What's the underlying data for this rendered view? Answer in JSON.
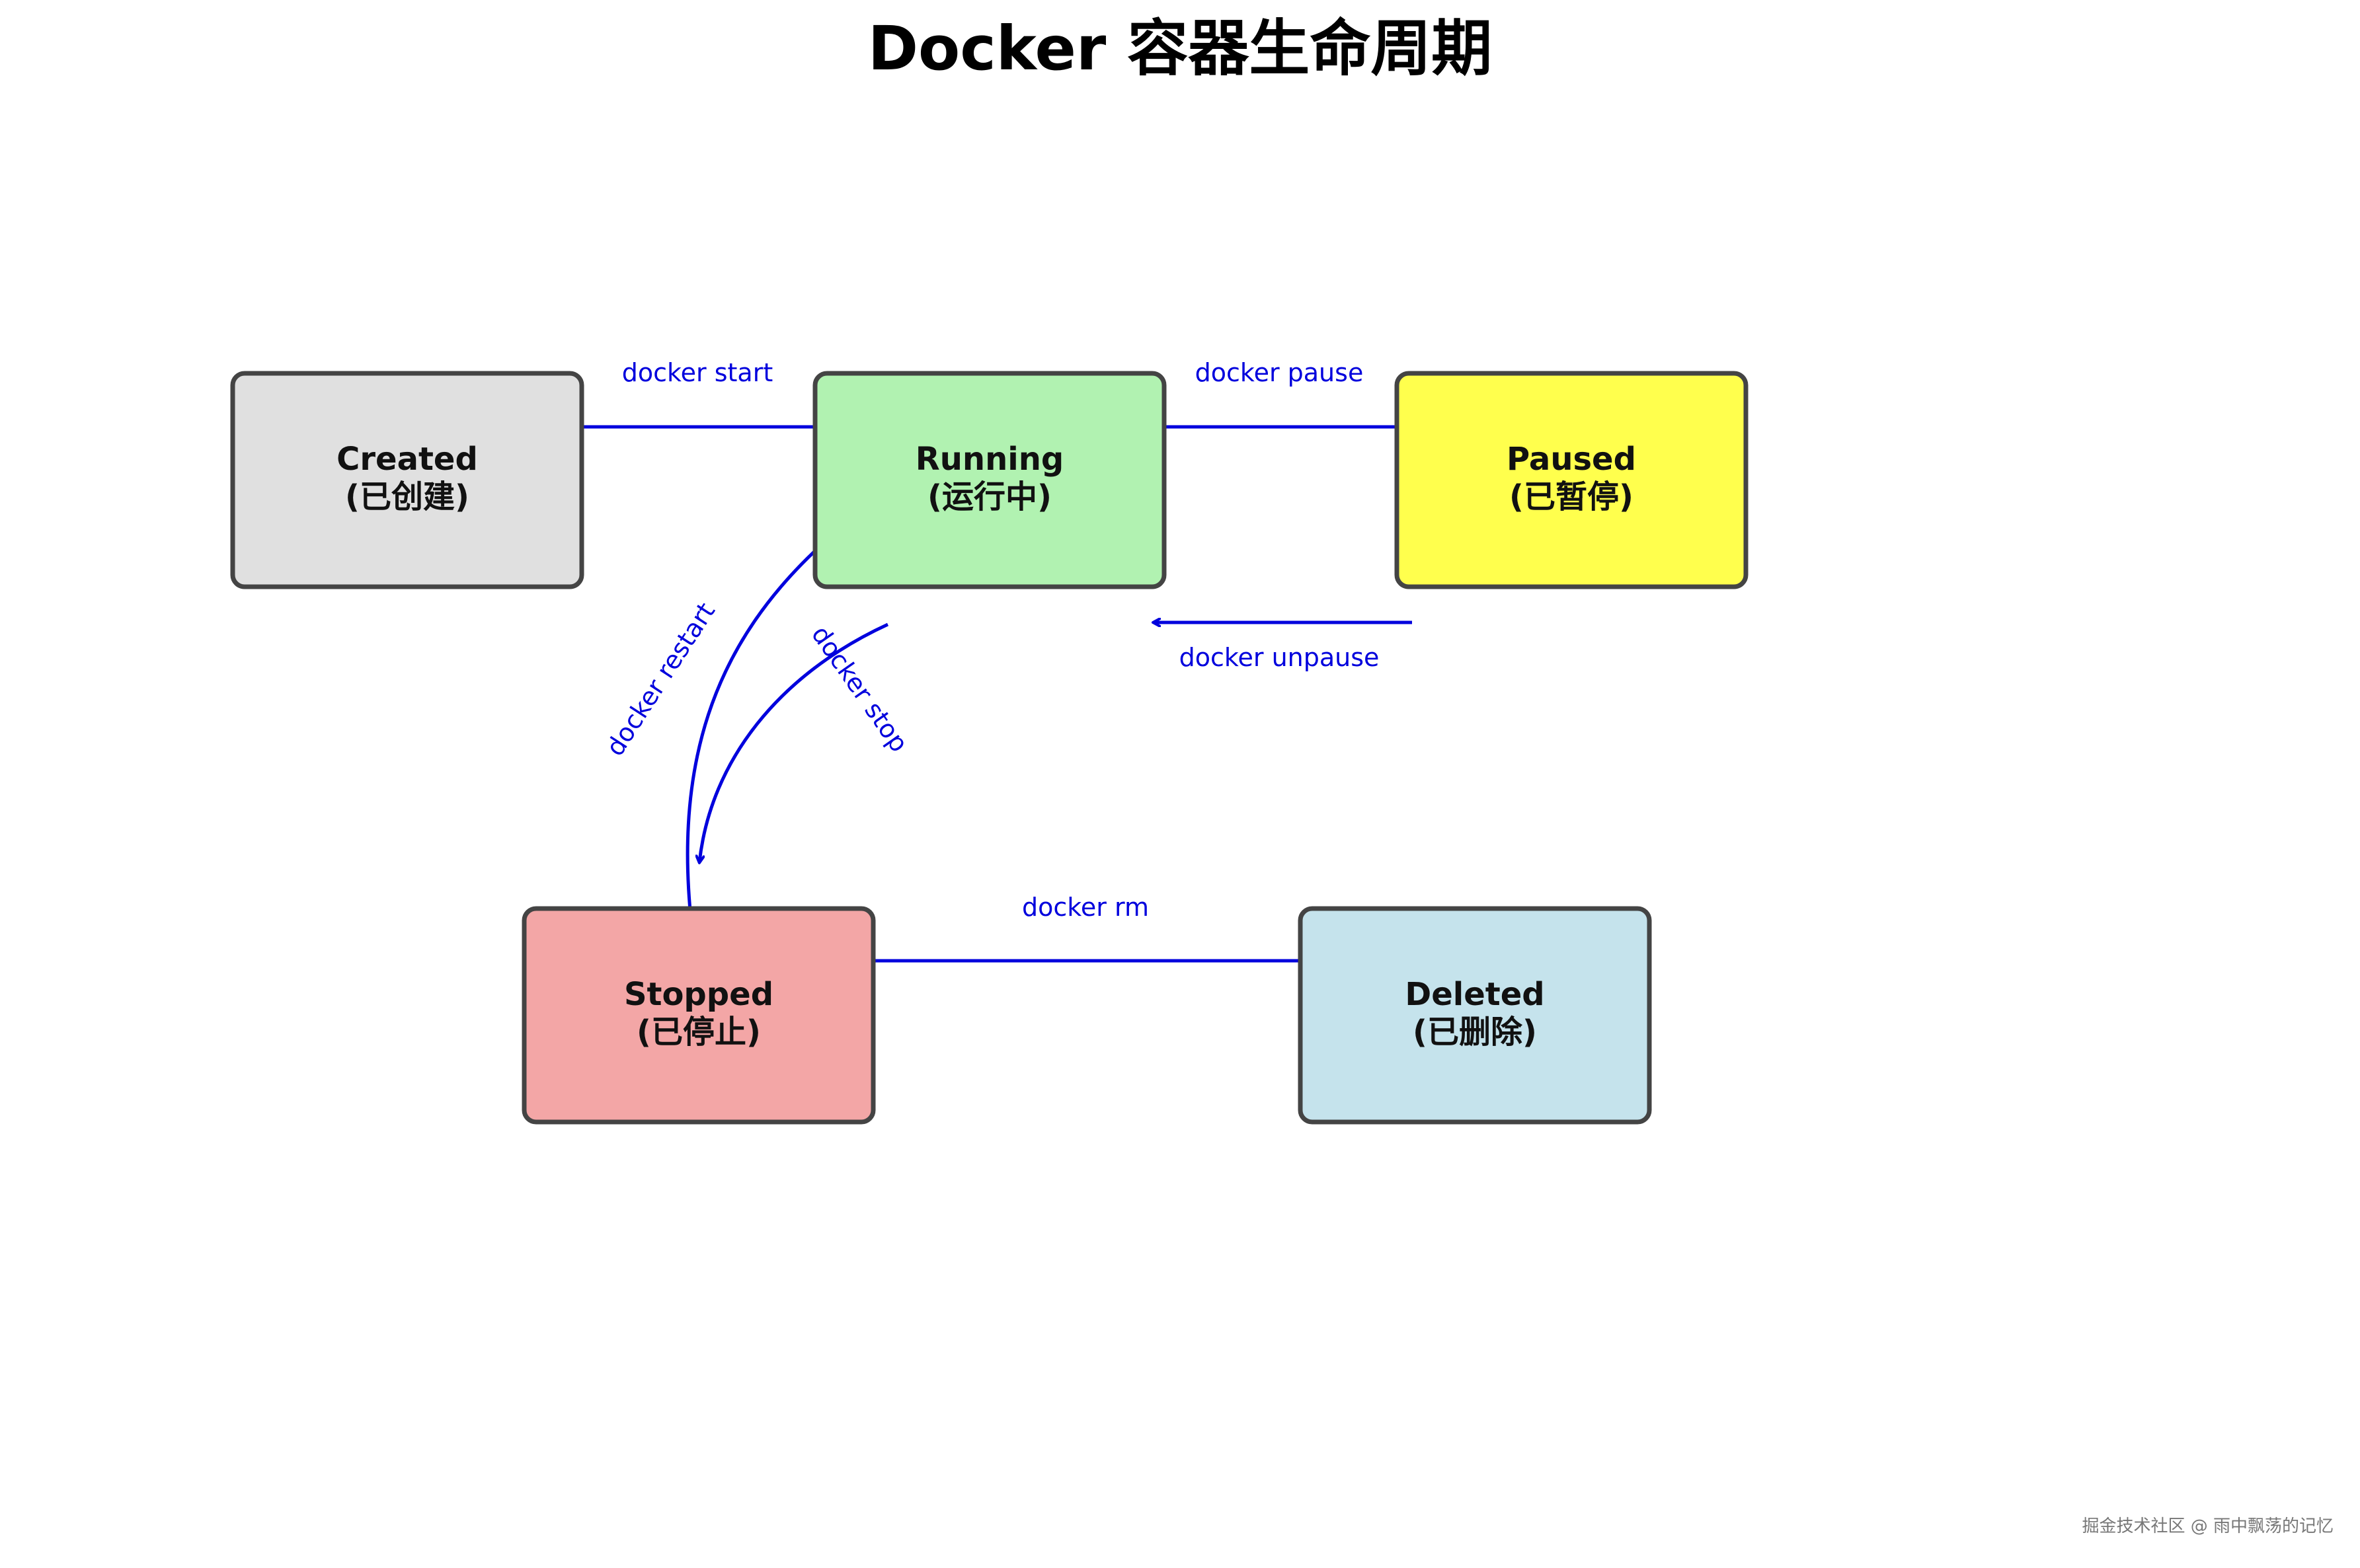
{
  "title": "Docker 容器生命周期",
  "colors": {
    "edge": "#0000dd",
    "node_border": "#444444",
    "text": "#111111",
    "watermark": "#777777"
  },
  "states": [
    {
      "id": "created",
      "name": "Created",
      "sub": "(已创建)",
      "fill": "#e0e0e0"
    },
    {
      "id": "running",
      "name": "Running",
      "sub": "(运行中)",
      "fill": "#b1f2b1"
    },
    {
      "id": "paused",
      "name": "Paused",
      "sub": "(已暂停)",
      "fill": "#ffff4d"
    },
    {
      "id": "stopped",
      "name": "Stopped",
      "sub": "(已停止)",
      "fill": "#f3a6a6"
    },
    {
      "id": "deleted",
      "name": "Deleted",
      "sub": "(已删除)",
      "fill": "#c5e3ec"
    }
  ],
  "transitions": [
    {
      "id": "start",
      "from": "created",
      "to": "running",
      "label": "docker start"
    },
    {
      "id": "pause",
      "from": "running",
      "to": "paused",
      "label": "docker pause"
    },
    {
      "id": "unpause",
      "from": "paused",
      "to": "running",
      "label": "docker unpause"
    },
    {
      "id": "stop",
      "from": "running",
      "to": "stopped",
      "label": "docker stop"
    },
    {
      "id": "restart",
      "from": "stopped",
      "to": "running",
      "label": "docker restart"
    },
    {
      "id": "rm",
      "from": "stopped",
      "to": "deleted",
      "label": "docker rm"
    }
  ],
  "watermark": "掘金技术社区 @ 雨中飘荡的记忆"
}
